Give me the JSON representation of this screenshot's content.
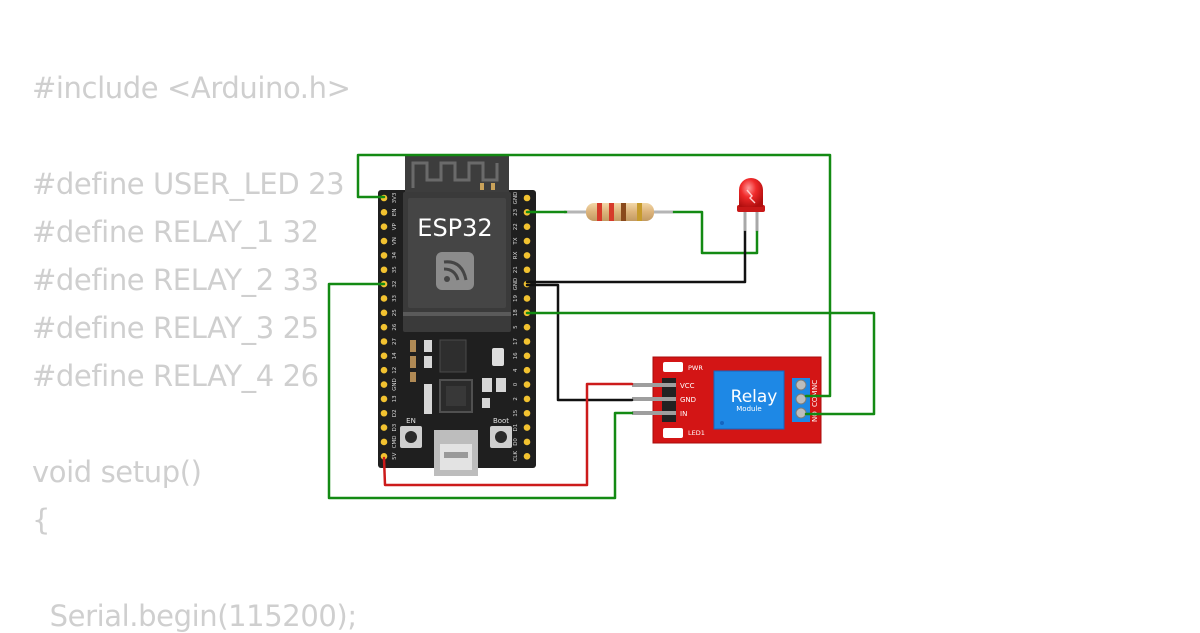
{
  "code": {
    "lines": [
      "#include <Arduino.h>",
      "",
      "#define USER_LED 23",
      "#define RELAY_1 32",
      "#define RELAY_2 33",
      "#define RELAY_3 25",
      "#define RELAY_4 26",
      "",
      "void setup()",
      "{",
      "",
      "  Serial.begin(115200);"
    ]
  },
  "esp32": {
    "label": "ESP32",
    "button_en": "EN",
    "button_boot": "Boot",
    "left_pins": [
      "3V3",
      "EN",
      "VP",
      "VN",
      "34",
      "35",
      "32",
      "33",
      "25",
      "26",
      "27",
      "14",
      "12",
      "GND",
      "13",
      "D2",
      "D3",
      "CMD",
      "5V"
    ],
    "right_pins": [
      "GND",
      "23",
      "22",
      "TX",
      "RX",
      "21",
      "GND",
      "19",
      "18",
      "5",
      "17",
      "16",
      "4",
      "0",
      "2",
      "15",
      "D1",
      "D0",
      "CLK"
    ]
  },
  "relay_module": {
    "title": "Relay",
    "subtitle": "Module",
    "pin_vcc": "VCC",
    "pin_gnd": "GND",
    "pin_in": "IN",
    "led_pwr": "PWR",
    "led_signal": "LED1",
    "terminal_labels": [
      "NO",
      "COM",
      "NC"
    ]
  },
  "colors": {
    "wire_green": "#138a13",
    "wire_black": "#111111",
    "wire_red": "#cc1b1b",
    "board_black": "#1e1e1e",
    "relay_red": "#cc1111",
    "relay_blue": "#1e88e5",
    "led_red": "#e82020"
  }
}
